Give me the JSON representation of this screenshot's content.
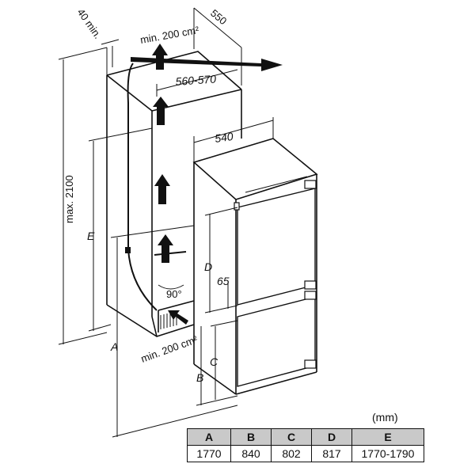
{
  "labels": {
    "gap_top": "40 min.",
    "depth": "550",
    "vent_top": "min. 200 cm²",
    "niche_width": "560-570",
    "appliance_width": "540",
    "max_height": "max. 2100",
    "dim_E": "E",
    "dim_D": "D",
    "gap_65": "65",
    "angle": "90°",
    "vent_bottom": "min. 200 cm²",
    "dim_A": "A",
    "dim_C": "C",
    "dim_B": "B"
  },
  "table": {
    "units": "(mm)",
    "headers": [
      "A",
      "B",
      "C",
      "D",
      "E"
    ],
    "values": [
      "1770",
      "840",
      "802",
      "817",
      "1770-1790"
    ]
  },
  "colors": {
    "line": "#111111",
    "header_bg": "#c9c9c9"
  }
}
